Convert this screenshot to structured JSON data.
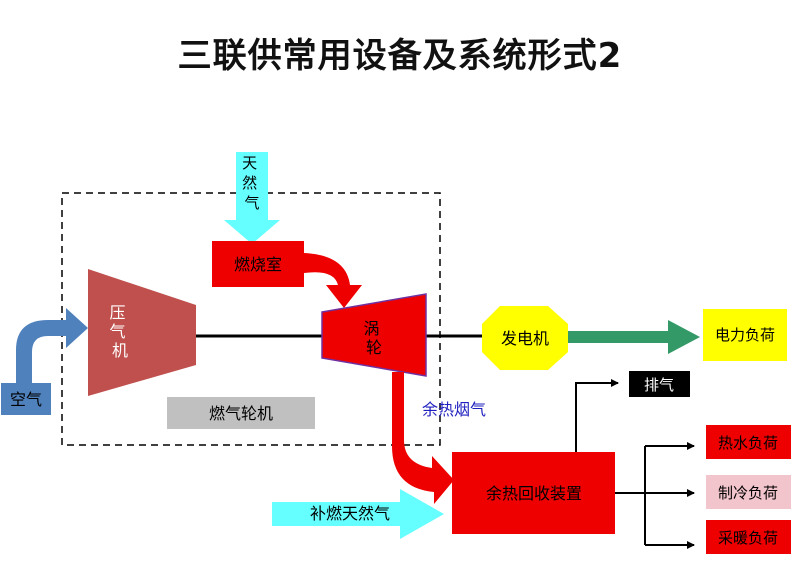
{
  "title": "三联供常用设备及系统形式2",
  "labels": {
    "natural_gas": "天然气",
    "combustion_chamber": "燃烧室",
    "compressor": "压气机",
    "turbine": "涡轮",
    "generator": "发电机",
    "power_load": "电力负荷",
    "air": "空气",
    "gas_turbine": "燃气轮机",
    "waste_heat_flue_gas": "余热烟气",
    "exhaust": "排气",
    "heat_recovery_unit": "余热回收装置",
    "supplementary_gas": "补燃天然气",
    "hot_water_load": "热水负荷",
    "cooling_load": "制冷负荷",
    "heating_load": "采暖负荷"
  },
  "colors": {
    "red": "#ee0000",
    "compressor": "#c0504d",
    "cyan": "#66ffff",
    "yellow": "#ffff00",
    "green": "#339966",
    "blue_arrow": "#4f81bd",
    "gray": "#c0c0c0",
    "pink": "#f2c4cc"
  }
}
